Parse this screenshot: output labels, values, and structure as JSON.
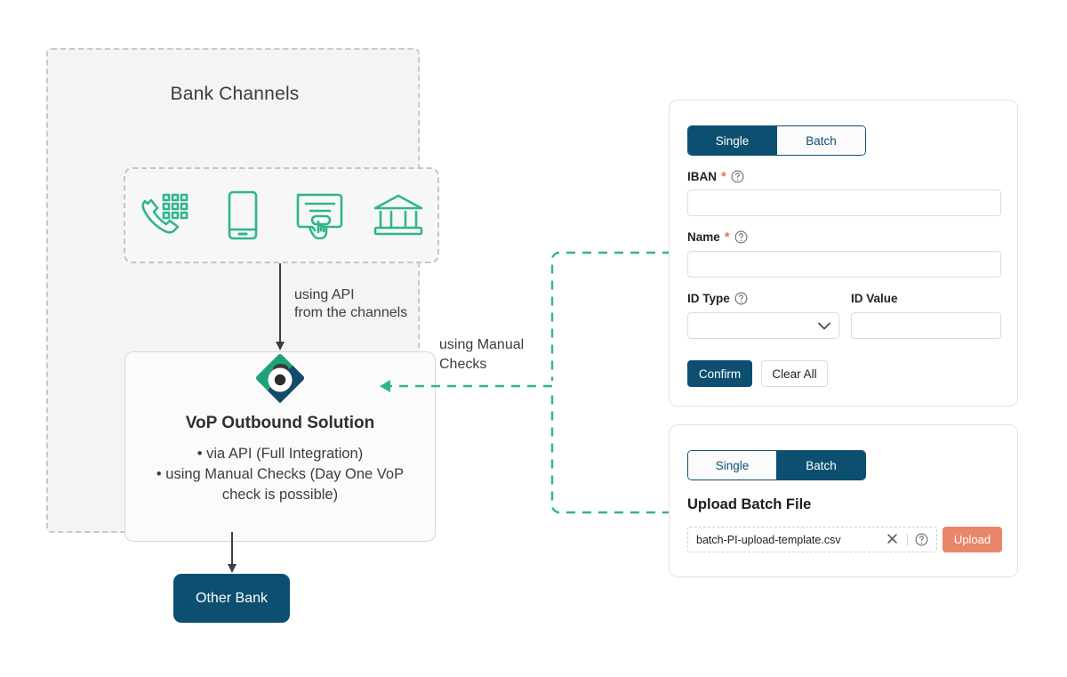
{
  "colors": {
    "navy": "#0d4f70",
    "green": "#2fb58e",
    "coral": "#e8866a",
    "required_asterisk": "#e8705a",
    "panel_bg": "#f4f4f4"
  },
  "left_group": {
    "title": "Bank Channels",
    "channels": [
      {
        "name": "phone-keypad-icon",
        "label": "Phone / Call Centre"
      },
      {
        "name": "mobile-phone-icon",
        "label": "Mobile"
      },
      {
        "name": "online-banking-click-icon",
        "label": "Online Banking"
      },
      {
        "name": "bank-branch-icon",
        "label": "Branch"
      }
    ],
    "api_arrow_label": "using API\nfrom the channels",
    "vop": {
      "logo_name": "vop-brand-logo",
      "title": "VoP Outbound Solution",
      "bullets": [
        "via API (Full Integration)",
        "using Manual Checks (Day One VoP check is possible)"
      ]
    },
    "other_bank_label": "Other Bank"
  },
  "connector": {
    "manual_label": "using Manual\nChecks"
  },
  "single_panel": {
    "tabs": [
      {
        "label": "Single",
        "active": true
      },
      {
        "label": "Batch",
        "active": false
      }
    ],
    "fields": {
      "iban": {
        "label": "IBAN",
        "required": true,
        "help": true,
        "value": "",
        "placeholder": ""
      },
      "name": {
        "label": "Name",
        "required": true,
        "help": true,
        "value": "",
        "placeholder": ""
      },
      "id_type": {
        "label": "ID Type",
        "required": false,
        "help": true,
        "value": "",
        "placeholder": ""
      },
      "id_value": {
        "label": "ID Value",
        "required": false,
        "help": false,
        "value": "",
        "placeholder": ""
      }
    },
    "confirm_label": "Confirm",
    "clear_label": "Clear All"
  },
  "batch_panel": {
    "tabs": [
      {
        "label": "Single",
        "active": false
      },
      {
        "label": "Batch",
        "active": true
      }
    ],
    "upload_title": "Upload Batch File",
    "file_name": "batch-PI-upload-template.csv",
    "upload_label": "Upload"
  }
}
